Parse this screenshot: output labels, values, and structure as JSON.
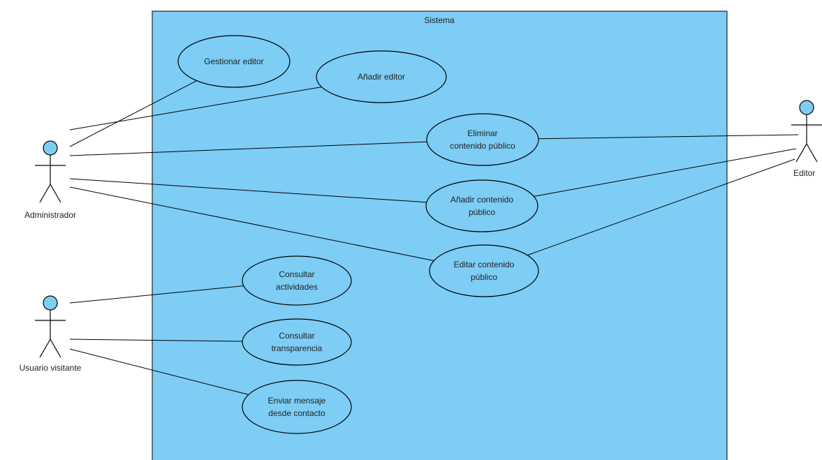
{
  "system": {
    "title": "Sistema",
    "fill": "#7dcdf5"
  },
  "colors": {
    "line": "#000000",
    "ellipse_fill": "#7dcdf5",
    "actor_head": "#7dcdf5"
  },
  "actors": [
    {
      "id": "admin",
      "label": "Administrador"
    },
    {
      "id": "visitor",
      "label": "Usuario visitante"
    },
    {
      "id": "editor",
      "label": "Editor"
    }
  ],
  "use_cases": [
    {
      "id": "gestionar",
      "lines": [
        "Gestionar editor"
      ]
    },
    {
      "id": "anadir_editor",
      "lines": [
        "Añadir editor"
      ]
    },
    {
      "id": "eliminar",
      "lines": [
        "Eliminar",
        "contenido público"
      ]
    },
    {
      "id": "anadir_contenido",
      "lines": [
        "Añadir contenido",
        "público"
      ]
    },
    {
      "id": "editar",
      "lines": [
        "Editar contenido",
        "público"
      ]
    },
    {
      "id": "actividades",
      "lines": [
        "Consultar",
        "actividades"
      ]
    },
    {
      "id": "transparencia",
      "lines": [
        "Consultar",
        "transparencia"
      ]
    },
    {
      "id": "mensaje",
      "lines": [
        "Enviar mensaje",
        "desde contacto"
      ]
    }
  ],
  "associations": [
    [
      "admin",
      "gestionar"
    ],
    [
      "admin",
      "anadir_editor"
    ],
    [
      "admin",
      "eliminar"
    ],
    [
      "admin",
      "anadir_contenido"
    ],
    [
      "admin",
      "editar"
    ],
    [
      "editor",
      "eliminar"
    ],
    [
      "editor",
      "anadir_contenido"
    ],
    [
      "editor",
      "editar"
    ],
    [
      "visitor",
      "actividades"
    ],
    [
      "visitor",
      "transparencia"
    ],
    [
      "visitor",
      "mensaje"
    ]
  ]
}
